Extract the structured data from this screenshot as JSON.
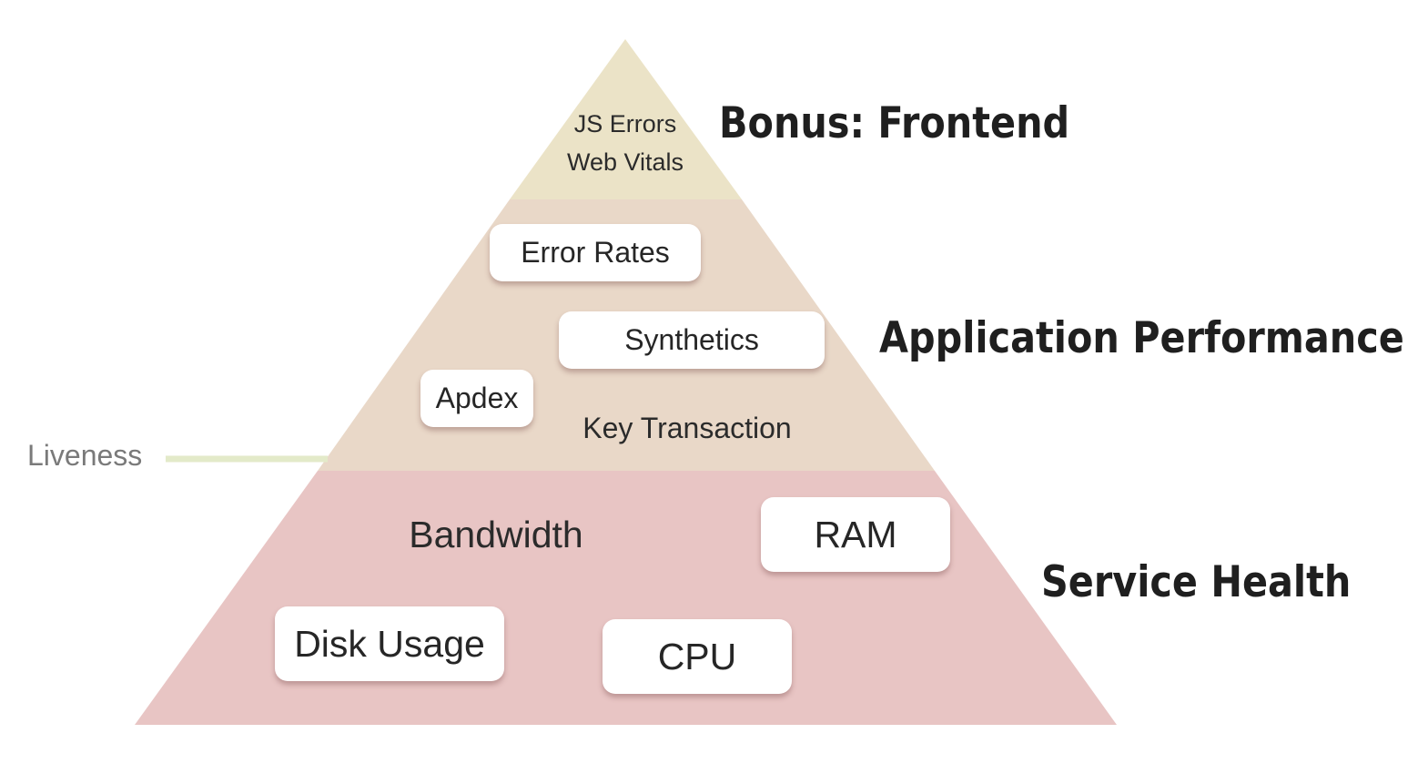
{
  "diagram": {
    "colors": {
      "top_tier": "#ebe3c7",
      "middle_tier": "#e9d8c8",
      "bottom_tier": "#e8c5c4",
      "liveness_line": "#e3eac9",
      "card": "#ffffff"
    },
    "tiers": {
      "top": {
        "title": "Bonus: Frontend",
        "items": [
          "JS Errors",
          "Web Vitals"
        ]
      },
      "middle": {
        "title": "Application Performance",
        "cards": [
          "Error Rates",
          "Synthetics",
          "Apdex"
        ],
        "plain": [
          "Key Transaction"
        ]
      },
      "bottom": {
        "title": "Service Health",
        "cards": [
          "RAM",
          "Disk Usage",
          "CPU"
        ],
        "plain": [
          "Bandwidth"
        ]
      }
    },
    "liveness": {
      "label": "Liveness"
    }
  }
}
